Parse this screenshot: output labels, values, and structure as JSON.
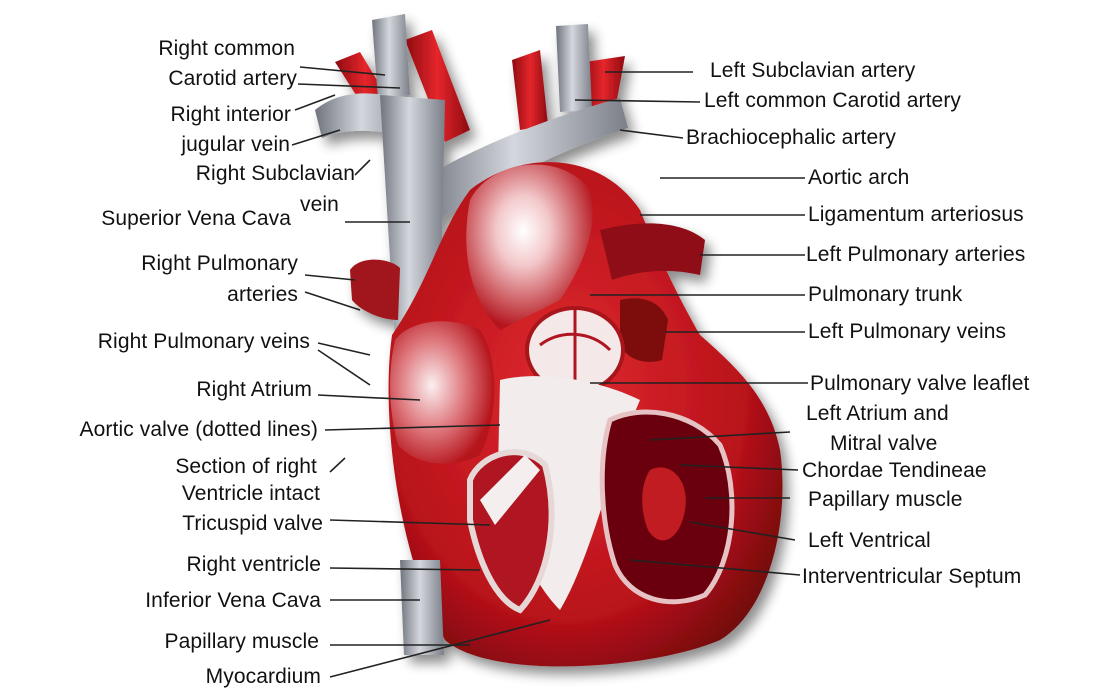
{
  "left_labels": {
    "right_common": "Right common",
    "carotid_artery": "Carotid artery",
    "right_interior": "Right interior",
    "jugular_vein": "jugular vein",
    "right_subclavian": "Right Subclavian",
    "vein": "vein",
    "superior_vena_cava": "Superior Vena Cava",
    "right_pulmonary": "Right Pulmonary",
    "arteries": "arteries",
    "right_pulmonary_veins": "Right Pulmonary veins",
    "right_atrium": "Right Atrium",
    "aortic_valve": "Aortic valve (dotted lines)",
    "section_of_right": "Section of right",
    "ventricle_intact": "Ventricle intact",
    "tricuspid_valve": "Tricuspid valve",
    "right_ventricle": "Right ventricle",
    "inferior_vena_cava": "Inferior Vena Cava",
    "papillary_muscle_left": "Papillary muscle",
    "myocardium": "Myocardium"
  },
  "right_labels": {
    "left_subclavian_artery": "Left Subclavian artery",
    "left_common_carotid_artery": "Left common Carotid artery",
    "brachiocephalic_artery": "Brachiocephalic artery",
    "aortic_arch": "Aortic arch",
    "ligamentum_arteriosus": "Ligamentum arteriosus",
    "left_pulmonary_arteries": "Left Pulmonary arteries",
    "pulmonary_trunk": "Pulmonary trunk",
    "left_pulmonary_veins": "Left Pulmonary veins",
    "pulmonary_valve_leaflet": "Pulmonary valve leaflet",
    "left_atrium_and": "Left Atrium and",
    "mitral_valve": "Mitral valve",
    "chordae_tendineae": "Chordae Tendineae",
    "papillary_muscle_right": "Papillary muscle",
    "left_ventrical": "Left Ventrical",
    "interventricular_septum": "Interventricular Septum"
  },
  "colors": {
    "muscle_red": "#c8141c",
    "dark_red": "#7a0a0e",
    "vessel_grey": "#a9adb6",
    "highlight": "#f2e6e6",
    "line": "#222222"
  }
}
